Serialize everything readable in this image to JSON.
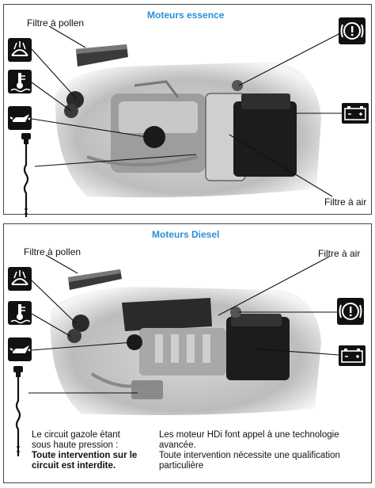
{
  "petrol": {
    "title": "Moteurs essence",
    "label_pollen": "Filtre à pollen",
    "label_air": "Filtre à air"
  },
  "diesel": {
    "title": "Moteurs Diesel",
    "label_pollen": "Filtre à pollen",
    "label_air": "Filtre à air"
  },
  "notes": {
    "left_line1": "Le circuit gazole étant",
    "left_line2": "sous haute pression :",
    "left_bold1": "Toute intervention sur le",
    "left_bold2": "circuit est interdite.",
    "right_line1": "Les moteur HDi font appel à une technologie",
    "right_line2": "avancée.",
    "right_line3": "Toute intervention nécessite une qualification",
    "right_line4": "particulière"
  },
  "icons": {
    "washer": "windscreen-washer-icon",
    "coolant": "coolant-temperature-icon",
    "oil": "oil-can-icon",
    "brake": "brake-warning-icon",
    "battery": "battery-icon",
    "dipstick": "oil-dipstick-icon"
  },
  "colors": {
    "title_blue": "#2a8fd6",
    "icon_bg": "#111111"
  }
}
